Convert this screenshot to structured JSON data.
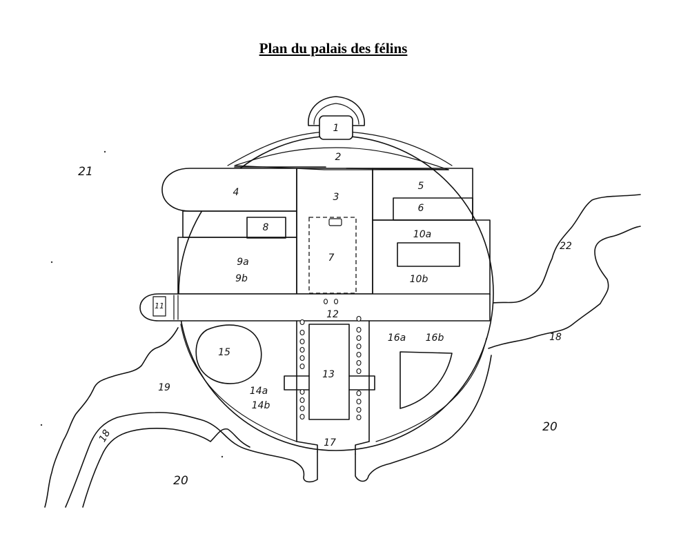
{
  "title": "Plan du palais des félins",
  "labels": {
    "l1": "1",
    "l2": "2",
    "l3": "3",
    "l4": "4",
    "l5": "5",
    "l6": "6",
    "l7": "7",
    "l8": "8",
    "l9a": "9a",
    "l9b": "9b",
    "l10a": "10a",
    "l10b": "10b",
    "l11": "11",
    "l12": "12",
    "l13": "13",
    "l14a": "14a",
    "l14b": "14b",
    "l15": "15",
    "l16a": "16a",
    "l16b": "16b",
    "l17": "17",
    "l18a": "18",
    "l18b": "18",
    "l19": "19",
    "l20a": "20",
    "l20b": "20",
    "l21": "21",
    "l22": "22"
  }
}
